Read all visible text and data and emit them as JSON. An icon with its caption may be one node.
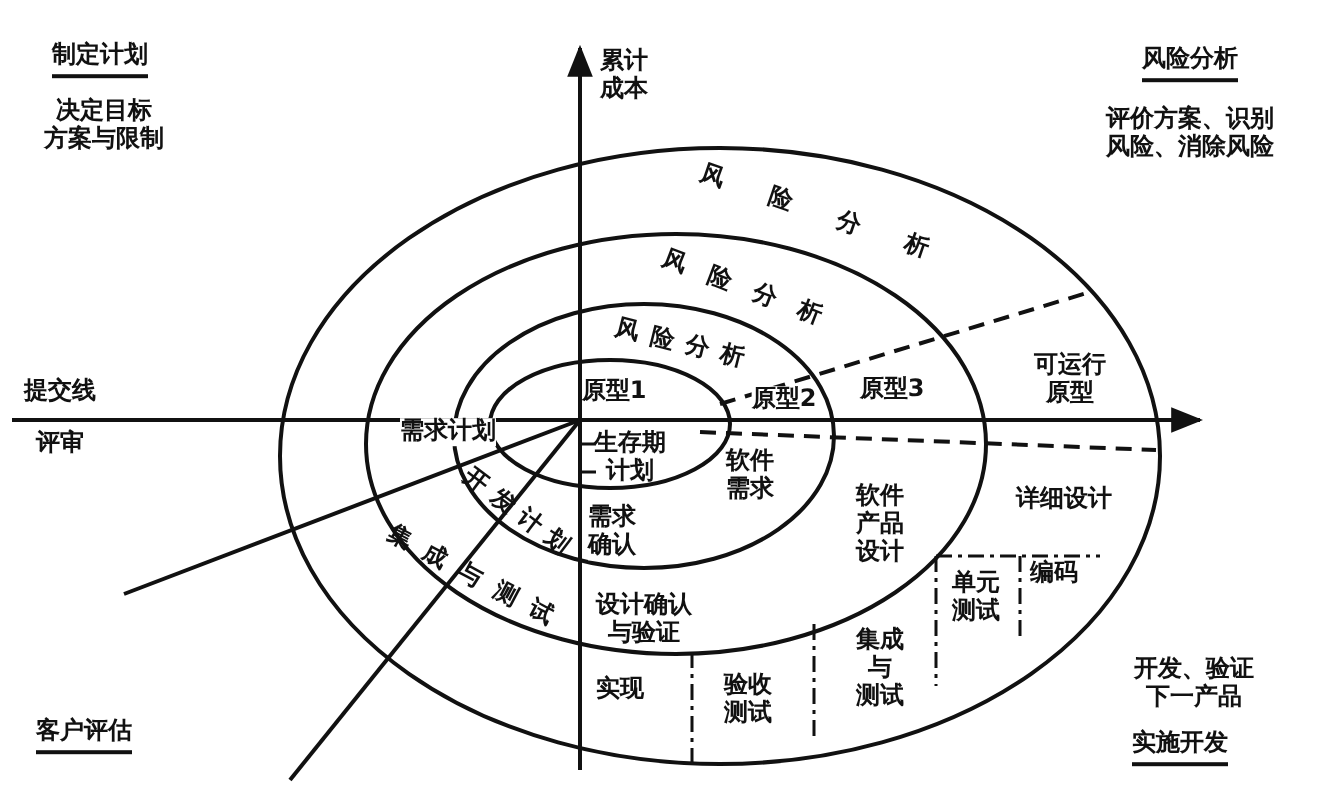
{
  "diagram": {
    "labels": [
      "制定计划",
      "决定目标方案与限制",
      "累计成本",
      "风险分析",
      "评价方案、识别风险、消除风险",
      "风险分析",
      "风险分析",
      "风险分析",
      "提交线",
      "原型1",
      "原型2",
      "原型3",
      "可运行原型",
      "评审",
      "需求计划",
      "生存期计划",
      "开发计划",
      "软件需求",
      "软件产品设计",
      "详细设计",
      "集成与测试",
      "需求确认",
      "设计确认与验证",
      "单元测试",
      "编码",
      "集成与测试",
      "实现",
      "验收测试",
      "开发、验证下一产品",
      "客户评估",
      "实施开发"
    ]
  }
}
